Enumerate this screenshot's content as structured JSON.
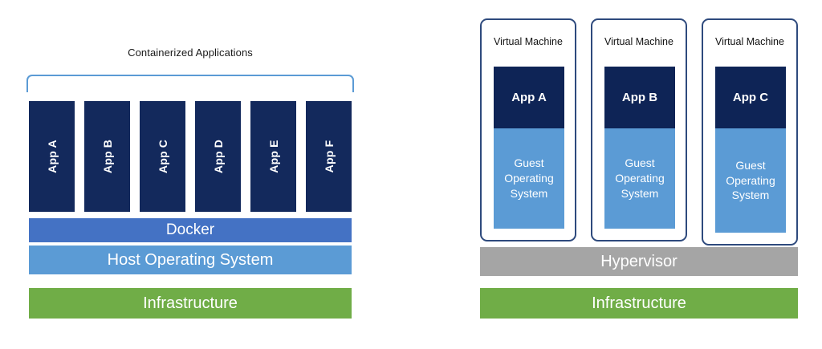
{
  "colors": {
    "app_navy": "#13295C",
    "vm_app_navy": "#0E2456",
    "docker_blue": "#4472C4",
    "host_os_blue": "#5B9BD5",
    "infrastructure_green": "#70AD47",
    "hypervisor_gray": "#A5A5A5",
    "vm_border": "#2E4A7D",
    "bracket_blue": "#5B9BD5"
  },
  "container_panel": {
    "caption": "Containerized Applications",
    "apps": [
      {
        "label": "App A"
      },
      {
        "label": "App B"
      },
      {
        "label": "App C"
      },
      {
        "label": "App D"
      },
      {
        "label": "App E"
      },
      {
        "label": "App F"
      }
    ],
    "layers": [
      {
        "label": "Docker"
      },
      {
        "label": "Host Operating System"
      },
      {
        "label": "Infrastructure"
      }
    ]
  },
  "vm_panel": {
    "machines": [
      {
        "title": "Virtual Machine",
        "app": "App A",
        "guest_os": "Guest Operating System"
      },
      {
        "title": "Virtual Machine",
        "app": "App B",
        "guest_os": "Guest Operating System"
      },
      {
        "title": "Virtual Machine",
        "app": "App C",
        "guest_os": "Guest Operating System"
      }
    ],
    "layers": [
      {
        "label": "Hypervisor"
      },
      {
        "label": "Infrastructure"
      }
    ]
  }
}
